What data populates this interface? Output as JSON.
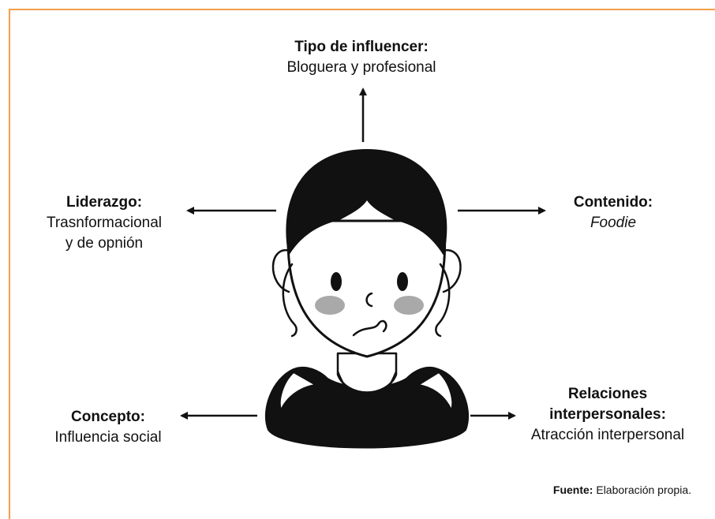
{
  "diagram": {
    "top": {
      "title": "Tipo de influencer:",
      "line1": "Bloguera y profesional"
    },
    "left": {
      "title": "Liderazgo:",
      "line1": "Trasnformacional",
      "line2": "y de opnión"
    },
    "right": {
      "title": "Contenido:",
      "line1": "Foodie"
    },
    "bottom_left": {
      "title": "Concepto:",
      "line1": "Influencia social"
    },
    "bottom_right": {
      "title_line1": "Relaciones",
      "title_line2": "interpersonales:",
      "line1": "Atracción interpersonal"
    }
  },
  "source": {
    "label": "Fuente:",
    "text": "Elaboración propia."
  },
  "colors": {
    "frame": "#f0a04b",
    "ink": "#111111",
    "cheek": "#9a9a9a"
  },
  "icons": {
    "center": "woman-influencer-illustration"
  }
}
